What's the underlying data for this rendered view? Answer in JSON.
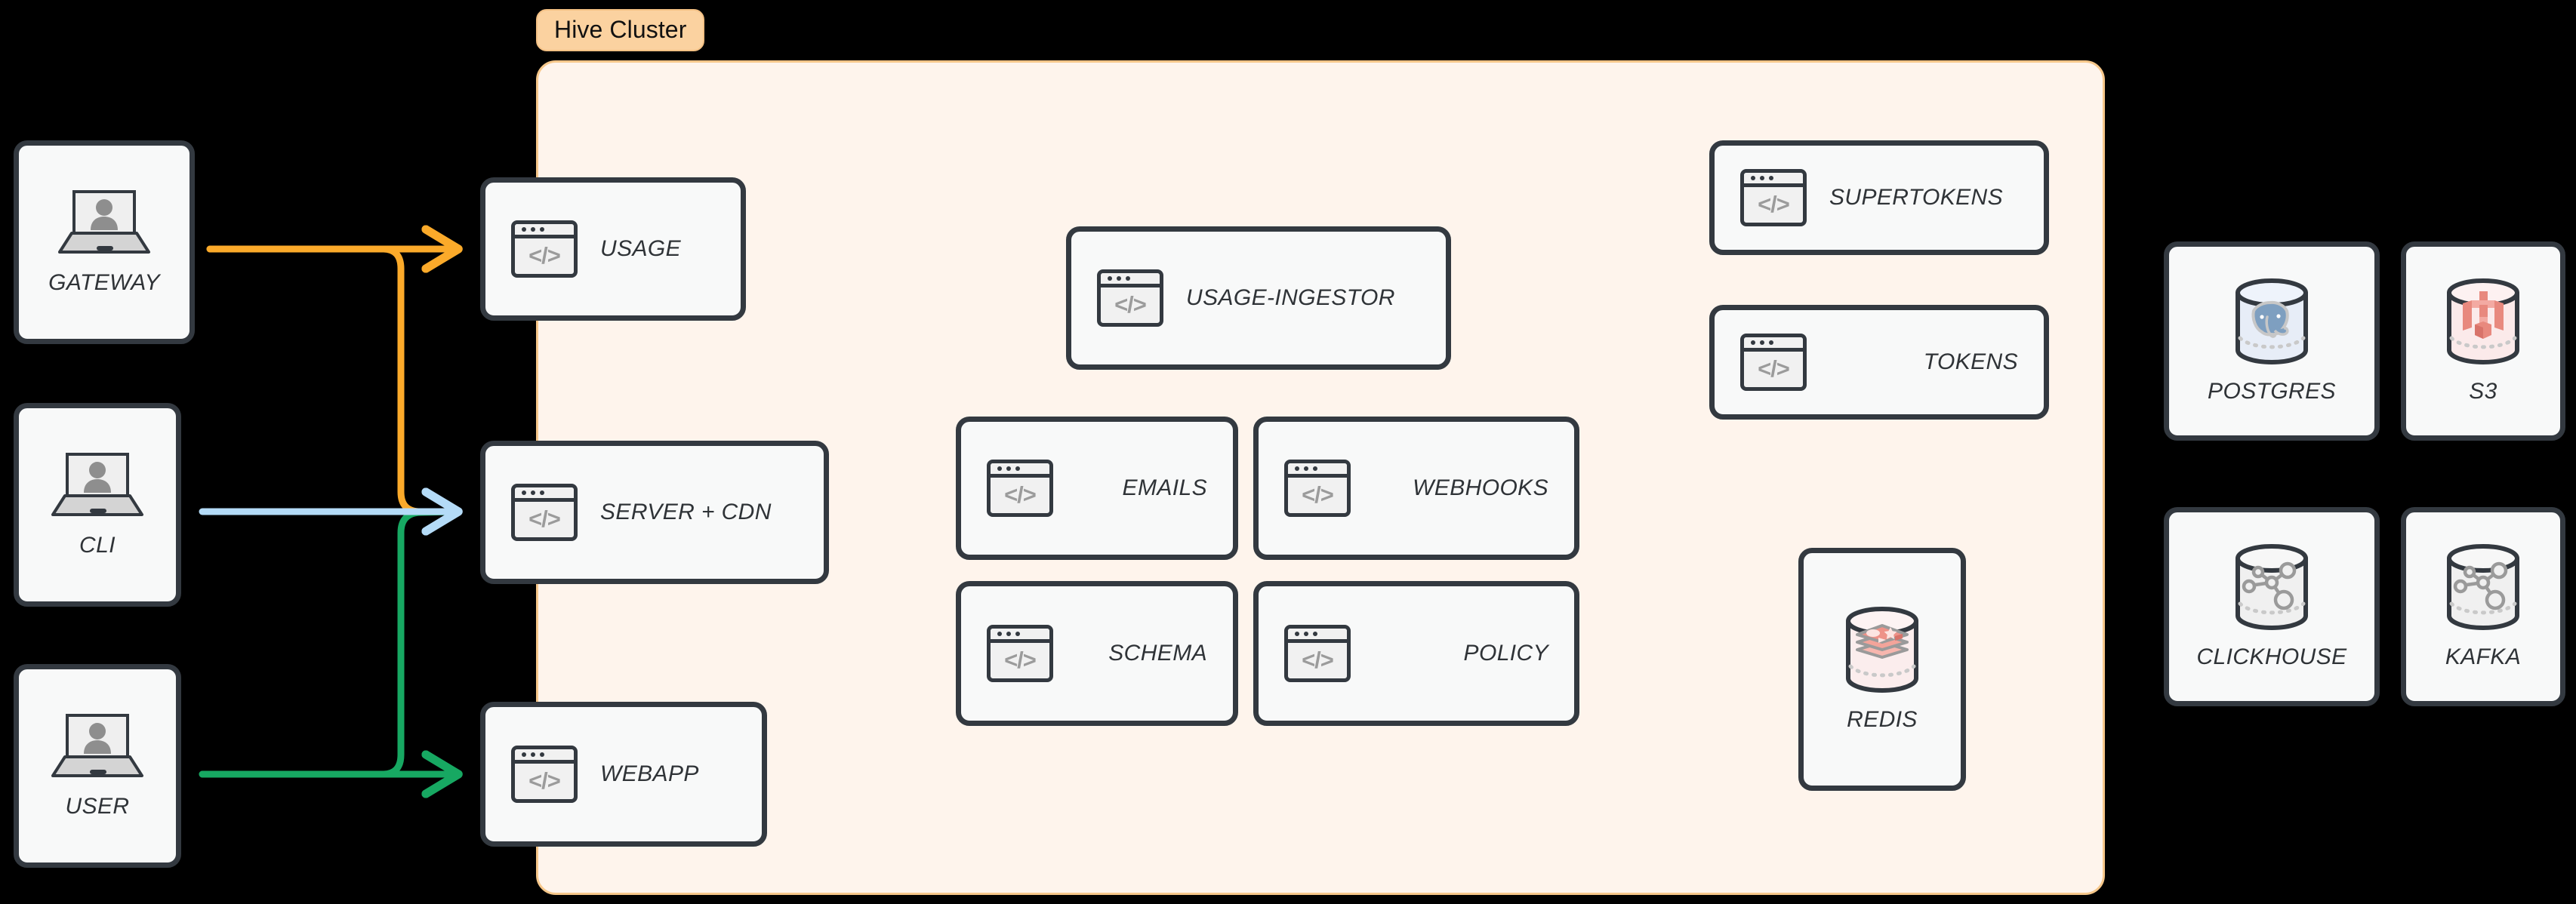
{
  "diagram": {
    "background_color": "#000000",
    "title_badge": "Hive Cluster",
    "cluster_fill": "#fef4ec",
    "cluster_border": "#f6c78a",
    "badge_fill": "#fbd2a0"
  },
  "actors": [
    {
      "label": "GATEWAY",
      "icon": "laptop-user-icon"
    },
    {
      "label": "CLI",
      "icon": "laptop-user-icon"
    },
    {
      "label": "USER",
      "icon": "laptop-user-icon"
    }
  ],
  "edge_services": [
    {
      "label": "USAGE",
      "icon": "code-window-icon"
    },
    {
      "label": "SERVER + CDN",
      "icon": "code-window-icon"
    },
    {
      "label": "WEBAPP",
      "icon": "code-window-icon"
    }
  ],
  "core_services": [
    {
      "label": "USAGE-INGESTOR",
      "icon": "code-window-icon"
    },
    {
      "label": "EMAILS",
      "icon": "code-window-icon"
    },
    {
      "label": "WEBHOOKS",
      "icon": "code-window-icon"
    },
    {
      "label": "SCHEMA",
      "icon": "code-window-icon"
    },
    {
      "label": "POLICY",
      "icon": "code-window-icon"
    }
  ],
  "auth_services": [
    {
      "label": "SUPERTOKENS",
      "icon": "code-window-icon"
    },
    {
      "label": "TOKENS",
      "icon": "code-window-icon"
    }
  ],
  "internal_datastores": [
    {
      "label": "REDIS",
      "icon": "redis-cylinder-icon",
      "accent": "#ef9a9a"
    }
  ],
  "external_datastores": [
    {
      "label": "POSTGRES",
      "icon": "postgres-cylinder-icon",
      "accent": "#7e9fc0"
    },
    {
      "label": "S3",
      "icon": "s3-cylinder-icon",
      "accent": "#e8897e"
    },
    {
      "label": "CLICKHOUSE",
      "icon": "database-cylinder-icon",
      "accent": "#9a9a9a"
    },
    {
      "label": "KAFKA",
      "icon": "database-cylinder-icon",
      "accent": "#9a9a9a"
    }
  ],
  "connections": [
    {
      "from": "GATEWAY",
      "to": "USAGE",
      "color": "#fbaa2a",
      "name": "gateway-to-usage"
    },
    {
      "from": "GATEWAY",
      "to": "SERVER + CDN",
      "color": "#fbaa2a",
      "name": "gateway-to-server-cdn"
    },
    {
      "from": "CLI",
      "to": "SERVER + CDN",
      "color": "#b4dbf7",
      "name": "cli-to-server-cdn"
    },
    {
      "from": "USER",
      "to": "SERVER + CDN",
      "color": "#17a862",
      "name": "user-to-server-cdn"
    },
    {
      "from": "USER",
      "to": "WEBAPP",
      "color": "#17a862",
      "name": "user-to-webapp"
    }
  ],
  "icon_glyphs": {
    "code": "</>"
  }
}
